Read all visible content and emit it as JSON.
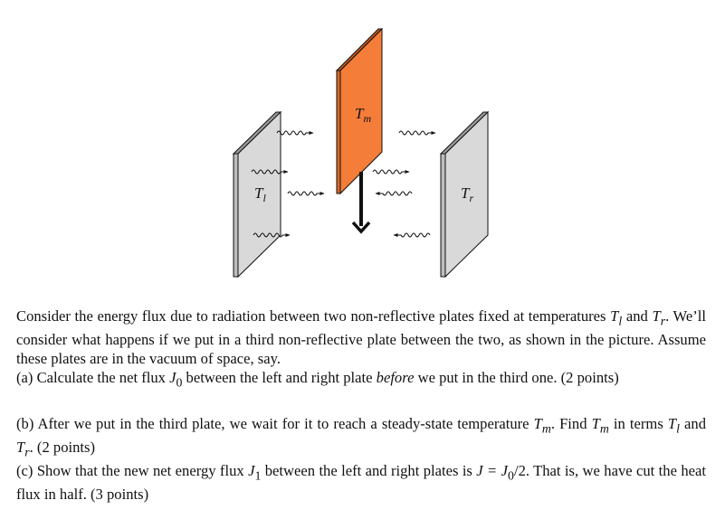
{
  "figure": {
    "labels": {
      "middle": "T",
      "middle_sub": "m",
      "left": "T",
      "left_sub": "l",
      "right": "T",
      "right_sub": "r"
    },
    "colors": {
      "middle_plate_face": "#f57d3a",
      "middle_plate_edge": "#c85a1c",
      "side_plate_face": "#d9d9d9",
      "side_plate_edge": "#9a9a9a",
      "outline": "#111111"
    }
  },
  "text": {
    "intro_a": "Consider the energy flux due to radiation between two non-reflective plates fixed at temperatures ",
    "intro_tl": "T",
    "intro_tl_sub": "l",
    "intro_and": " and ",
    "intro_tr": "T",
    "intro_tr_sub": "r",
    "intro_b": ". We’ll consider what happens if we put in a third non-reflective plate between the two, as shown in the picture. Assume these plates are in the vacuum of space, say.",
    "a_1": "(a)  Calculate the net flux ",
    "a_j0": "J",
    "a_j0_sub": "0",
    "a_2": " between the left and right plate ",
    "a_before": "before",
    "a_3": " we put in the third one.  (2 points)",
    "b_1": "(b)  After we put in the third plate, we wait for it to reach a steady-state temperature ",
    "b_tm": "T",
    "b_tm_sub": "m",
    "b_2": ". Find ",
    "b_tm2": "T",
    "b_tm2_sub": "m",
    "b_3": " in terms ",
    "b_tl": "T",
    "b_tl_sub": "l",
    "b_4": " and ",
    "b_tr": "T",
    "b_tr_sub": "r",
    "b_5": ".  (2 points)",
    "c_1": "(c)  Show that the new net energy flux ",
    "c_j1": "J",
    "c_j1_sub": "1",
    "c_2": " between the left and right plates is ",
    "c_eq": "J = J",
    "c_eq_sub": "0",
    "c_eq_tail": "/2",
    "c_3": ". That is, we have cut the heat flux in half. (3 points)"
  }
}
